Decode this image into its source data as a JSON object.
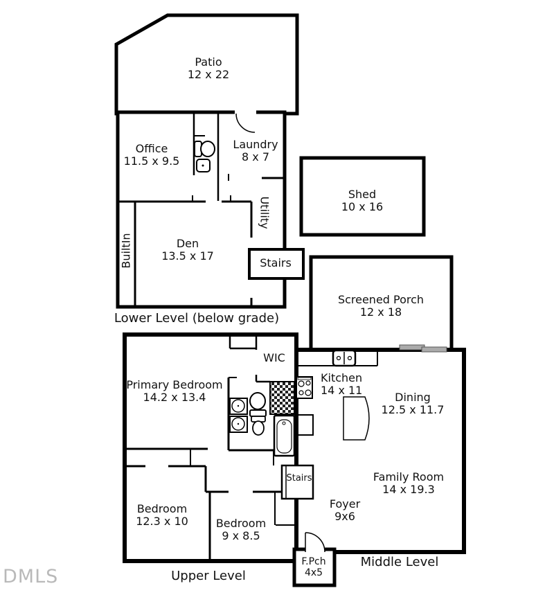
{
  "floorplan": {
    "watermark": "DMLS",
    "levels": {
      "lower": {
        "label": "Lower Level (below grade)"
      },
      "middle": {
        "label": "Middle Level"
      },
      "upper": {
        "label": "Upper Level"
      }
    },
    "rooms": {
      "patio": {
        "name": "Patio",
        "dims": "12 x 22"
      },
      "office": {
        "name": "Office",
        "dims": "11.5 x 9.5"
      },
      "laundry": {
        "name": "Laundry",
        "dims": "8 x 7"
      },
      "shed": {
        "name": "Shed",
        "dims": "10 x 16"
      },
      "utility": {
        "name": "Utility"
      },
      "builtin": {
        "name": "BuiltIn"
      },
      "den": {
        "name": "Den",
        "dims": "13.5 x 17"
      },
      "stairs_lower": {
        "name": "Stairs"
      },
      "screened_porch": {
        "name": "Screened Porch",
        "dims": "12 x 18"
      },
      "primary_bedroom": {
        "name": "Primary Bedroom",
        "dims": "14.2 x 13.4"
      },
      "wic": {
        "name": "WIC"
      },
      "kitchen": {
        "name": "Kitchen",
        "dims": "14 x 11"
      },
      "dining": {
        "name": "Dining",
        "dims": "12.5 x 11.7"
      },
      "family_room": {
        "name": "Family Room",
        "dims": "14 x 19.3"
      },
      "foyer": {
        "name": "Foyer",
        "dims": "9x6"
      },
      "stairs_middle": {
        "name": "Stairs"
      },
      "bedroom_1": {
        "name": "Bedroom",
        "dims": "12.3 x 10"
      },
      "bedroom_2": {
        "name": "Bedroom",
        "dims": "9 x 8.5"
      },
      "front_porch": {
        "name": "F.Pch",
        "dims": "4x5"
      }
    },
    "colors": {
      "wall": "#000000",
      "text": "#111111",
      "sliding_door": "#ababab",
      "watermark": "#b9b9b9"
    }
  }
}
